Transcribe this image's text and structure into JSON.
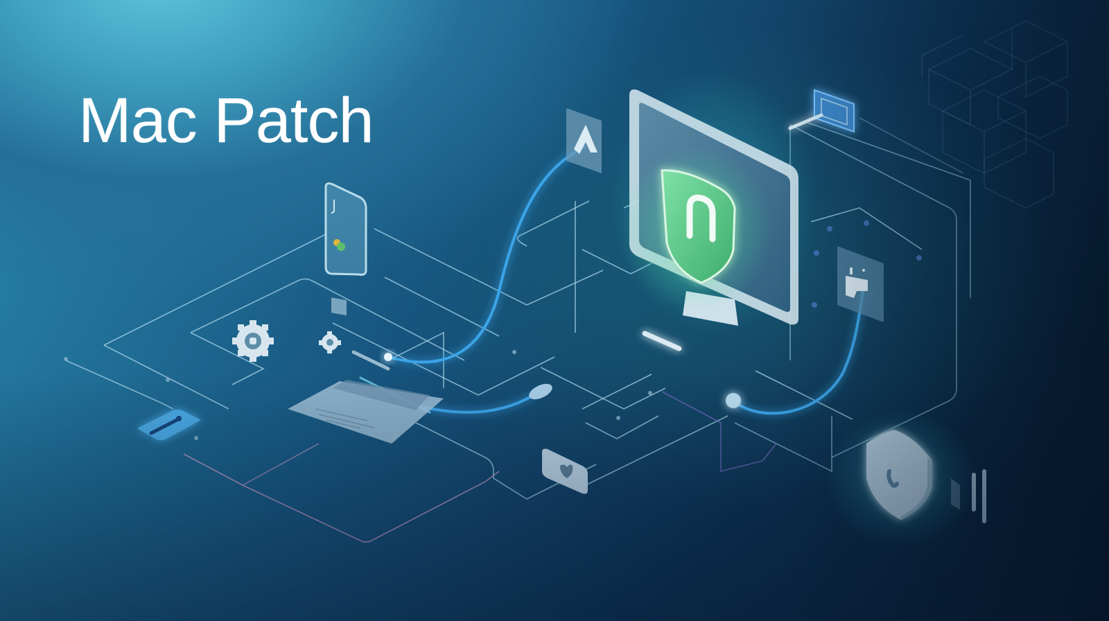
{
  "hero": {
    "title": "Mac Patch"
  },
  "illustration": {
    "elements": [
      {
        "name": "monitor",
        "icon": "monitor-icon"
      },
      {
        "name": "central-shield",
        "icon": "shield-lock-icon",
        "color": "#5cc98a"
      },
      {
        "name": "secondary-shield",
        "icon": "shield-check-icon",
        "color": "#b9d3e4"
      },
      {
        "name": "upload-tile",
        "icon": "arrow-up-icon"
      },
      {
        "name": "phone-device",
        "icon": "phone-icon"
      },
      {
        "name": "gear-large",
        "icon": "gear-icon"
      },
      {
        "name": "gear-small",
        "icon": "gear-icon"
      },
      {
        "name": "tablet-document",
        "icon": "document-icon"
      },
      {
        "name": "apple-card",
        "icon": "apple-icon"
      },
      {
        "name": "key-tile",
        "icon": "key-icon"
      },
      {
        "name": "network-card",
        "icon": "card-icon"
      },
      {
        "name": "plug-panel",
        "icon": "plug-icon"
      }
    ]
  },
  "colors": {
    "accent_blue": "#3aa4e8",
    "shield_green": "#5cc98a",
    "line_light": "#a9d6ea",
    "line_pink": "#b48bb0",
    "line_purple": "#6a66b8",
    "bg_light": "#5fc6dd",
    "bg_dark": "#061a2c"
  }
}
